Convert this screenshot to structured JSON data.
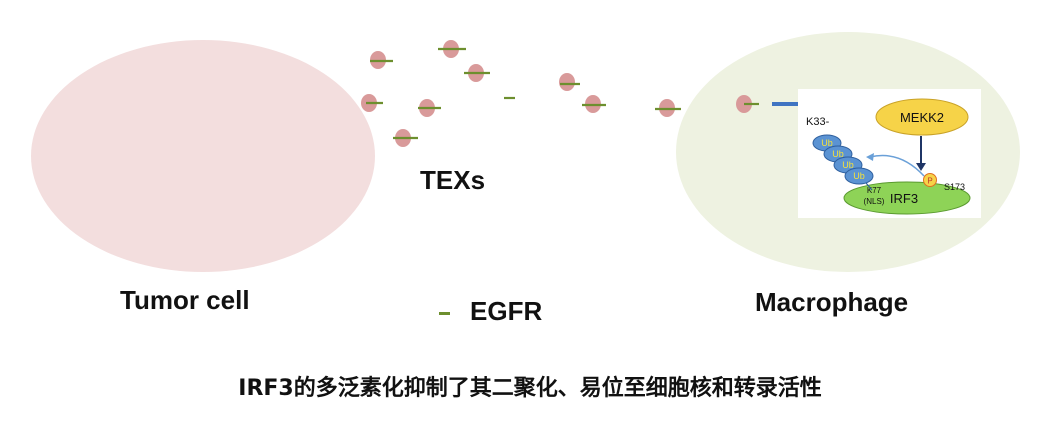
{
  "labels": {
    "tumor": "Tumor cell",
    "texs": "TEXs",
    "macrophage": "Macrophage",
    "egfr": "EGFR"
  },
  "inset": {
    "k33": "K33-",
    "mekk2": "MEKK2",
    "ub": "Ub",
    "phospho": "P",
    "s173": "S173",
    "k77": "K77",
    "nls": "(NLS)",
    "irf3": "IRF3"
  },
  "caption": "IRF3的多泛素化抑制了其二聚化、易位至细胞核和转录活性",
  "colors": {
    "tumor_fill": "#f3dede",
    "macrophage_fill": "#eef2e1",
    "exosome_fill": "#d99a9a",
    "egfr_mark": "#6d8f2e",
    "arrow_blue": "#3f74c2",
    "mekk2_fill": "#f6d348",
    "irf3_fill": "#8ed357",
    "ub_fill": "#5b93d3"
  }
}
